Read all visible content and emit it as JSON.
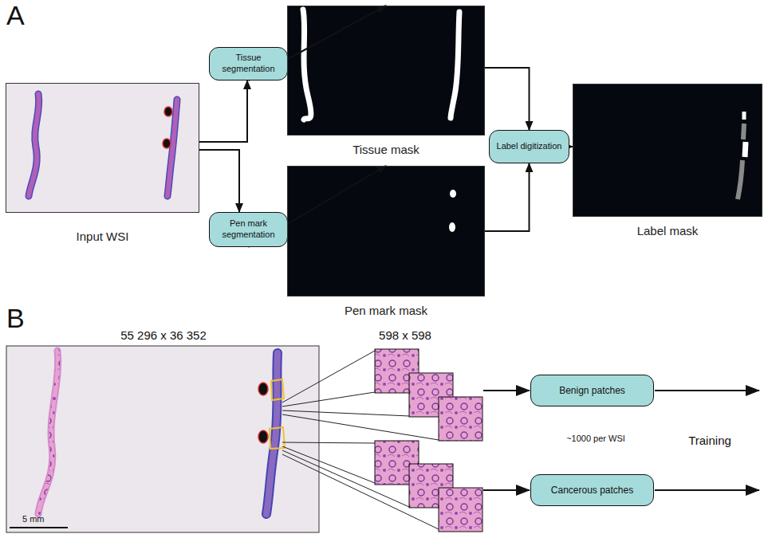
{
  "diagram": {
    "nodes": [
      {
        "text": [
          "Input WSI"
        ]
      },
      {
        "text": [
          "Tissue segmentation"
        ]
      },
      {
        "text": [
          "Tissue mask"
        ]
      },
      {
        "text": [
          "Pen mark segmentation"
        ]
      },
      {
        "text": [
          "Pen mark mask"
        ]
      },
      {
        "text": [
          "Label digitization"
        ]
      },
      {
        "text": [
          "Label mask"
        ]
      },
      {
        "text": [
          "Benign patches"
        ]
      },
      {
        "text": [
          "Cancerous patches"
        ]
      }
    ],
    "edges": [
      {
        "from": 0,
        "to": 1,
        "arrow": "to"
      },
      {
        "from": 0,
        "to": 3,
        "arrow": "to"
      },
      {
        "from": 1,
        "to": 2,
        "arrow": "to"
      },
      {
        "from": 3,
        "to": 4,
        "arrow": "to"
      },
      {
        "from": 2,
        "to": 5,
        "arrow": "to"
      },
      {
        "from": 4,
        "to": 5,
        "arrow": "to"
      },
      {
        "from": 5,
        "to": 6,
        "arrow": "to"
      }
    ],
    "labels": [
      "A",
      "B",
      "55 296 x 36 352",
      "598 x 598",
      "~1000 per WSI",
      "Training",
      "5 mm"
    ]
  }
}
